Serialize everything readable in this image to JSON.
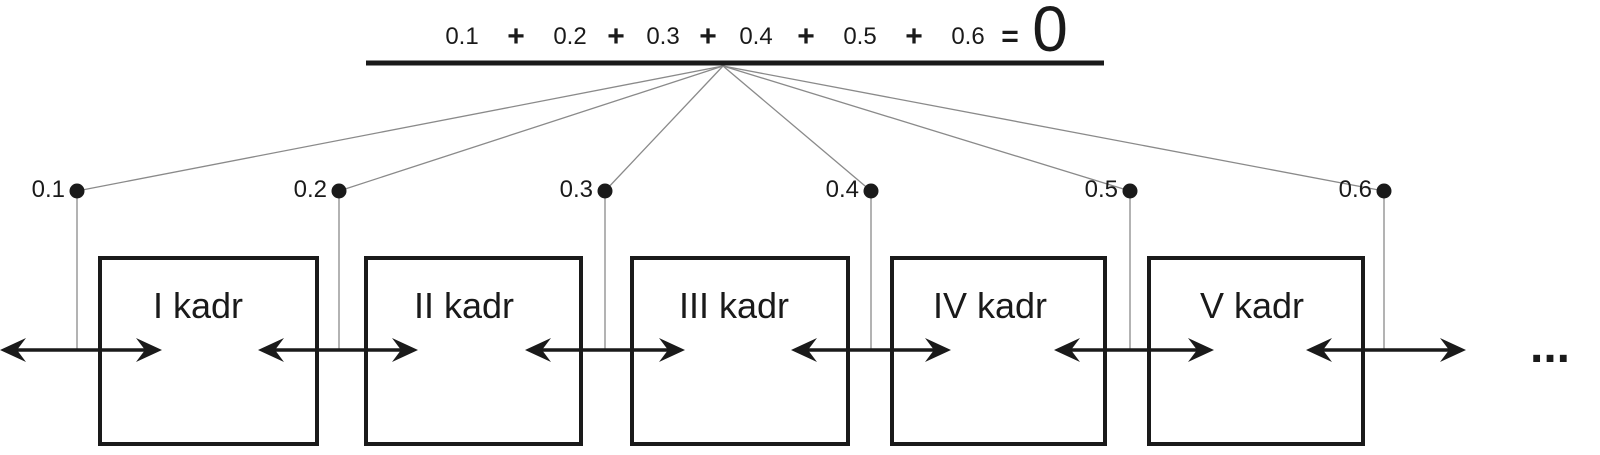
{
  "equation": {
    "terms": [
      "0.1",
      "0.2",
      "0.3",
      "0.4",
      "0.5",
      "0.6"
    ],
    "plus": "+",
    "equals": "=",
    "result": "0"
  },
  "nodes": [
    "0.1",
    "0.2",
    "0.3",
    "0.4",
    "0.5",
    "0.6"
  ],
  "frames": [
    "I kadr",
    "II kadr",
    "III kadr",
    "IV kadr",
    "V kadr"
  ],
  "continuation": "..."
}
